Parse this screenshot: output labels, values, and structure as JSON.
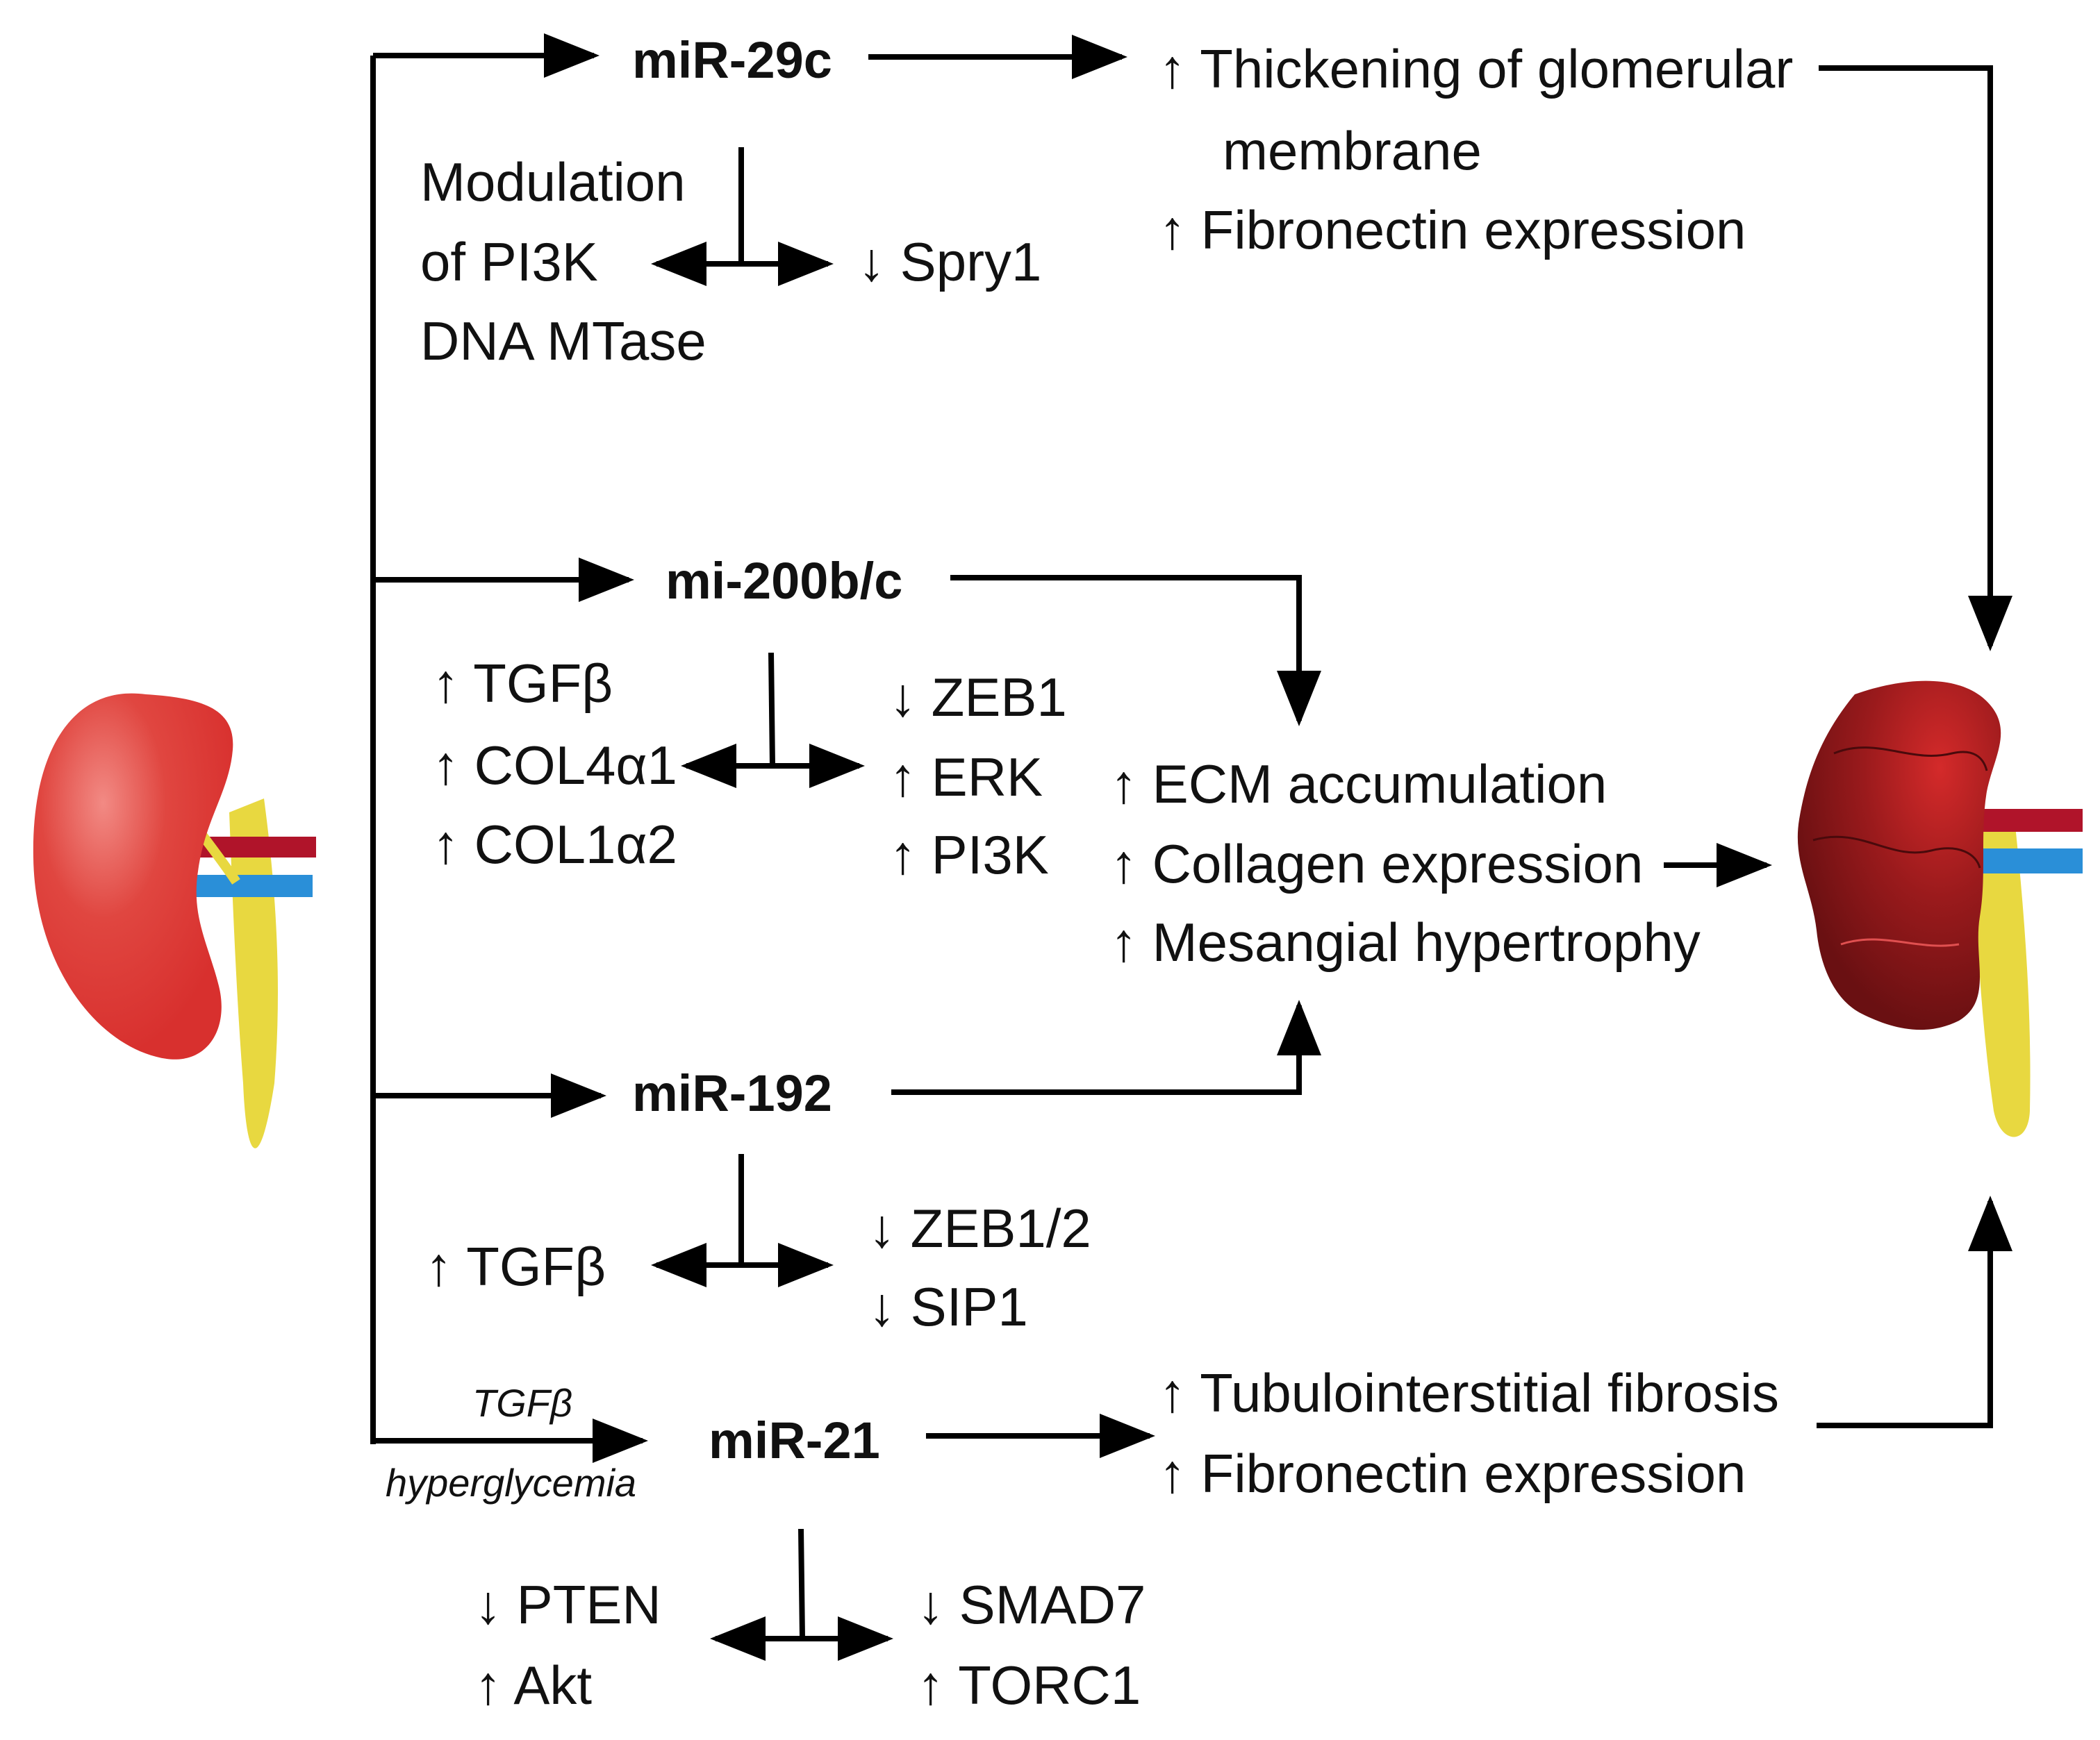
{
  "mirnas": {
    "mir29c": "miR-29c",
    "mir200": "mi-200b/c",
    "mir192": "miR-192",
    "mir21": "miR-21"
  },
  "mir29c": {
    "modulation": [
      "Modulation",
      "of PI3K",
      "DNA MTase"
    ],
    "target": "↓ Spry1",
    "effects": [
      "↑ Thickening of glomerular",
      "membrane",
      "↑ Fibronectin expression"
    ]
  },
  "mir200": {
    "left": [
      "↑ TGFβ",
      "↑ COL4α1",
      "↑ COL1α2"
    ],
    "right": [
      "↓ ZEB1",
      "↑ ERK",
      "↑ PI3K"
    ]
  },
  "shared_effects": [
    "↑ ECM accumulation",
    "↑ Collagen expression",
    "↑ Mesangial hypertrophy"
  ],
  "mir192": {
    "left": "↑ TGFβ",
    "right": [
      "↓ ZEB1/2",
      "↓ SIP1"
    ]
  },
  "mir21": {
    "inducers": [
      "TGFβ",
      "hyperglycemia"
    ],
    "effects": [
      "↑ Tubulointerstitial fibrosis",
      "↑ Fibronectin expression"
    ],
    "left": [
      "↓ PTEN",
      "↑ Akt"
    ],
    "right": [
      "↓ SMAD7",
      "↑ TORC1"
    ]
  },
  "colors": {
    "healthy_kidney": "#e03a36",
    "diseased_kidney": "#8b1418",
    "artery": "#b0142a",
    "vein": "#2a8fd8",
    "ureter": "#e8d840"
  }
}
